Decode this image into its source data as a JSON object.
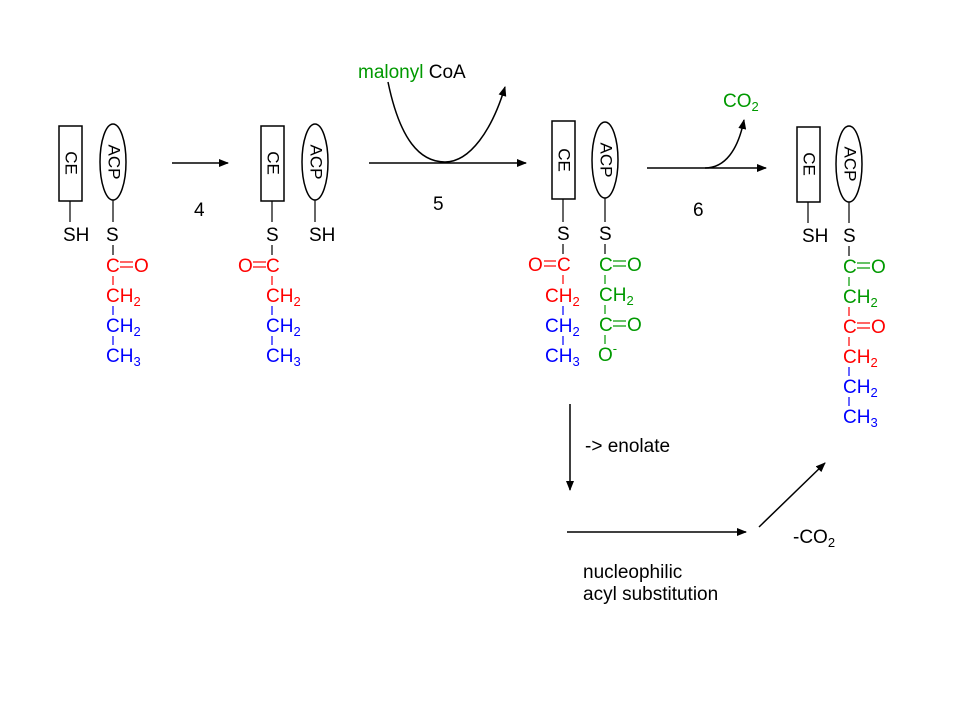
{
  "colors": {
    "black": "#000000",
    "red": "#ff0000",
    "blue": "#0000ff",
    "green": "#009900"
  },
  "labels": {
    "ce": "CE",
    "acp": "ACP",
    "sh": "SH",
    "s": "S",
    "c": "C",
    "o": "O",
    "ch": "CH",
    "sub2": "2",
    "sub3": "3",
    "minus": "-"
  },
  "steps": {
    "step4": "4",
    "step5": "5",
    "step6": "6"
  },
  "reagents": {
    "malonyl_green": "malonyl",
    "malonyl_black": " CoA",
    "co2_main": "CO",
    "co2_sub": "2"
  },
  "mechanism": {
    "enolate": "-> enolate",
    "nucleophilic": "nucleophilic",
    "acyl": "acyl substitution",
    "minus_co2_main": "-CO",
    "minus_co2_sub": "2"
  }
}
